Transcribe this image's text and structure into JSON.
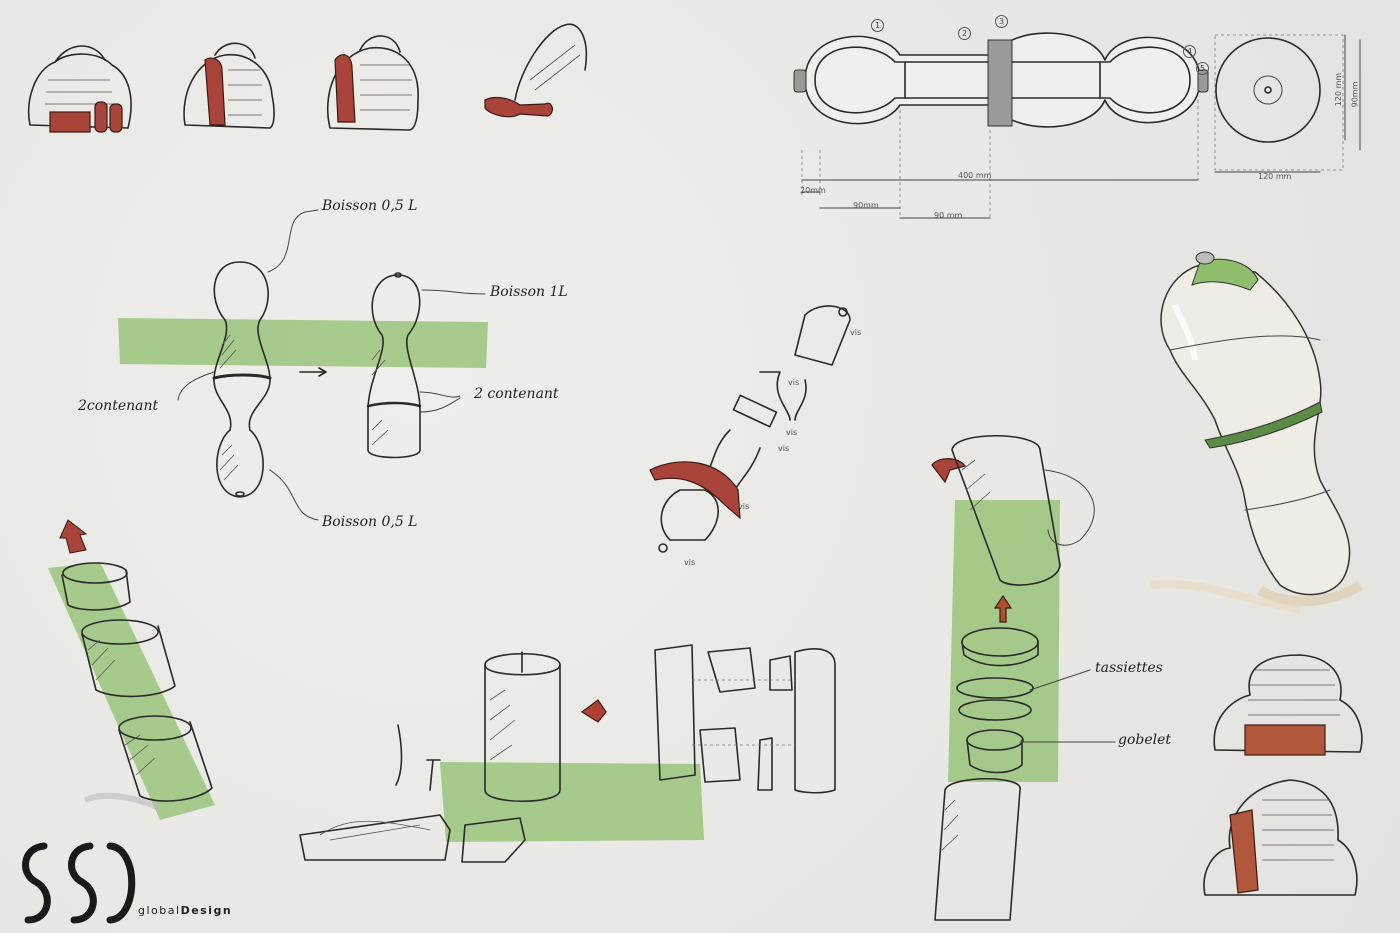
{
  "annotations": {
    "top_half": "Boisson 0,5 L",
    "one_litre": "Boisson 1L",
    "container_left": "2contenant",
    "container_right": "2 contenant",
    "bottom_half": "Boisson 0,5 L",
    "plates": "tassiettes",
    "cup": "gobelet"
  },
  "dimensions": {
    "total_length": "400 mm",
    "d_20": "20mm",
    "d_90a": "90mm",
    "d_90b": "90 mm",
    "side_width": "120 mm",
    "height_120": "120 mm",
    "height_90": "90mm"
  },
  "part_numbers": [
    "1",
    "2",
    "3",
    "4",
    "5"
  ],
  "screw_labels": [
    "vis",
    "vis",
    "vis",
    "vis",
    "vis",
    "vis"
  ],
  "brand": {
    "name_light": "global",
    "name_bold": "Design"
  },
  "colors": {
    "paper": "#ebeae6",
    "marker_green": "#8fbf6c",
    "accent_red": "#a8443a",
    "ink": "#2a2a2a"
  }
}
